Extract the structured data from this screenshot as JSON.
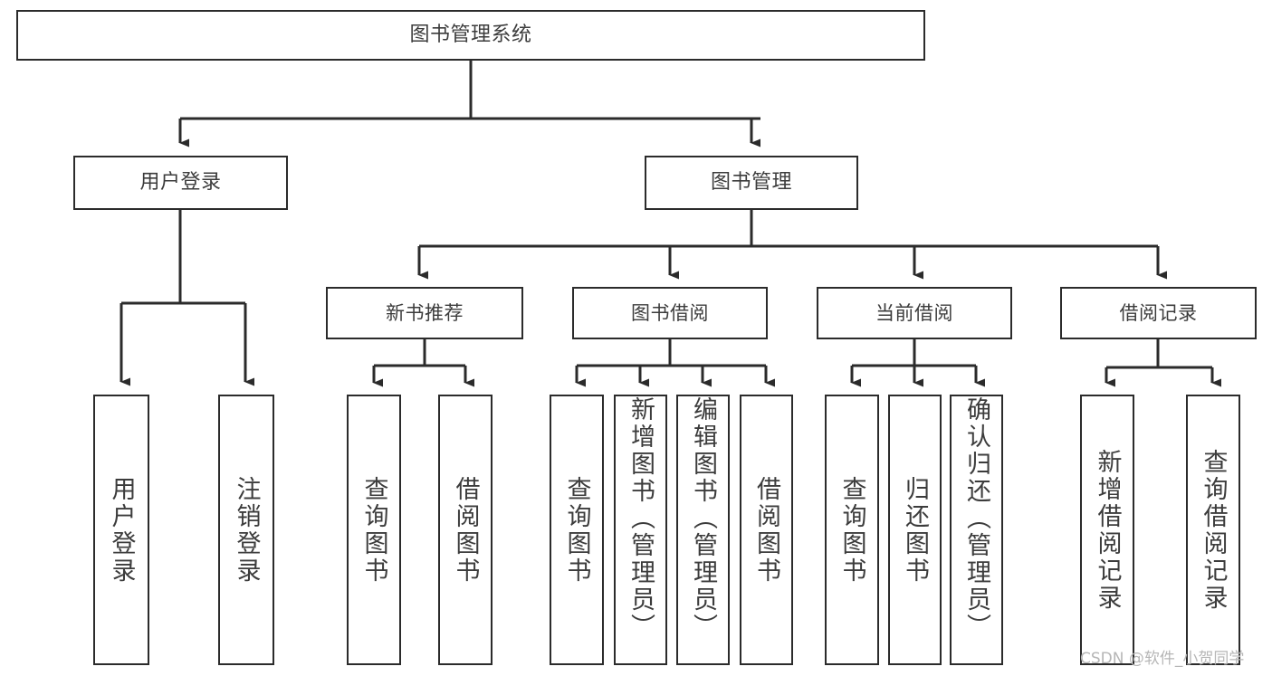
{
  "diagram": {
    "type": "tree-hierarchy",
    "title": "图书管理系统",
    "root": {
      "id": "root",
      "label": "图书管理系统",
      "orientation": "horizontal"
    },
    "level1": [
      {
        "id": "user-login",
        "label": "用户登录",
        "orientation": "horizontal"
      },
      {
        "id": "book-manage",
        "label": "图书管理",
        "orientation": "horizontal"
      }
    ],
    "level2": [
      {
        "id": "new-book-recommend",
        "label": "新书推荐",
        "orientation": "horizontal",
        "parent": "book-manage"
      },
      {
        "id": "book-borrow",
        "label": "图书借阅",
        "orientation": "horizontal",
        "parent": "book-manage"
      },
      {
        "id": "current-borrow",
        "label": "当前借阅",
        "orientation": "horizontal",
        "parent": "book-manage"
      },
      {
        "id": "borrow-record",
        "label": "借阅记录",
        "orientation": "horizontal",
        "parent": "book-manage"
      }
    ],
    "leaves": [
      {
        "id": "leaf-user-login",
        "label": "用户登录",
        "parent": "user-login",
        "orientation": "vertical"
      },
      {
        "id": "leaf-user-logout",
        "label": "注销登录",
        "parent": "user-login",
        "orientation": "vertical"
      },
      {
        "id": "leaf-query-book-1",
        "label": "查询图书",
        "parent": "new-book-recommend",
        "orientation": "vertical"
      },
      {
        "id": "leaf-borrow-book-1",
        "label": "借阅图书",
        "parent": "new-book-recommend",
        "orientation": "vertical"
      },
      {
        "id": "leaf-query-book-2",
        "label": "查询图书",
        "parent": "book-borrow",
        "orientation": "vertical"
      },
      {
        "id": "leaf-add-book",
        "label": "新增图书（管理员）",
        "parent": "book-borrow",
        "orientation": "vertical"
      },
      {
        "id": "leaf-edit-book",
        "label": "编辑图书（管理员）",
        "parent": "book-borrow",
        "orientation": "vertical"
      },
      {
        "id": "leaf-borrow-book-2",
        "label": "借阅图书",
        "parent": "book-borrow",
        "orientation": "vertical"
      },
      {
        "id": "leaf-query-book-3",
        "label": "查询图书",
        "parent": "current-borrow",
        "orientation": "vertical"
      },
      {
        "id": "leaf-return-book",
        "label": "归还图书",
        "parent": "current-borrow",
        "orientation": "vertical"
      },
      {
        "id": "leaf-confirm-return",
        "label": "确认归还（管理员）",
        "parent": "current-borrow",
        "orientation": "vertical"
      },
      {
        "id": "leaf-add-record",
        "label": "新增借阅记录",
        "parent": "borrow-record",
        "orientation": "vertical"
      },
      {
        "id": "leaf-query-record",
        "label": "查询借阅记录",
        "parent": "borrow-record",
        "orientation": "vertical"
      }
    ],
    "colors": {
      "stroke": "#2b2b2b",
      "text": "#3c3c3c",
      "background": "#ffffff",
      "watermark": "#b6b6b6"
    }
  },
  "watermark": {
    "text": "CSDN @软件_小贺同学"
  }
}
